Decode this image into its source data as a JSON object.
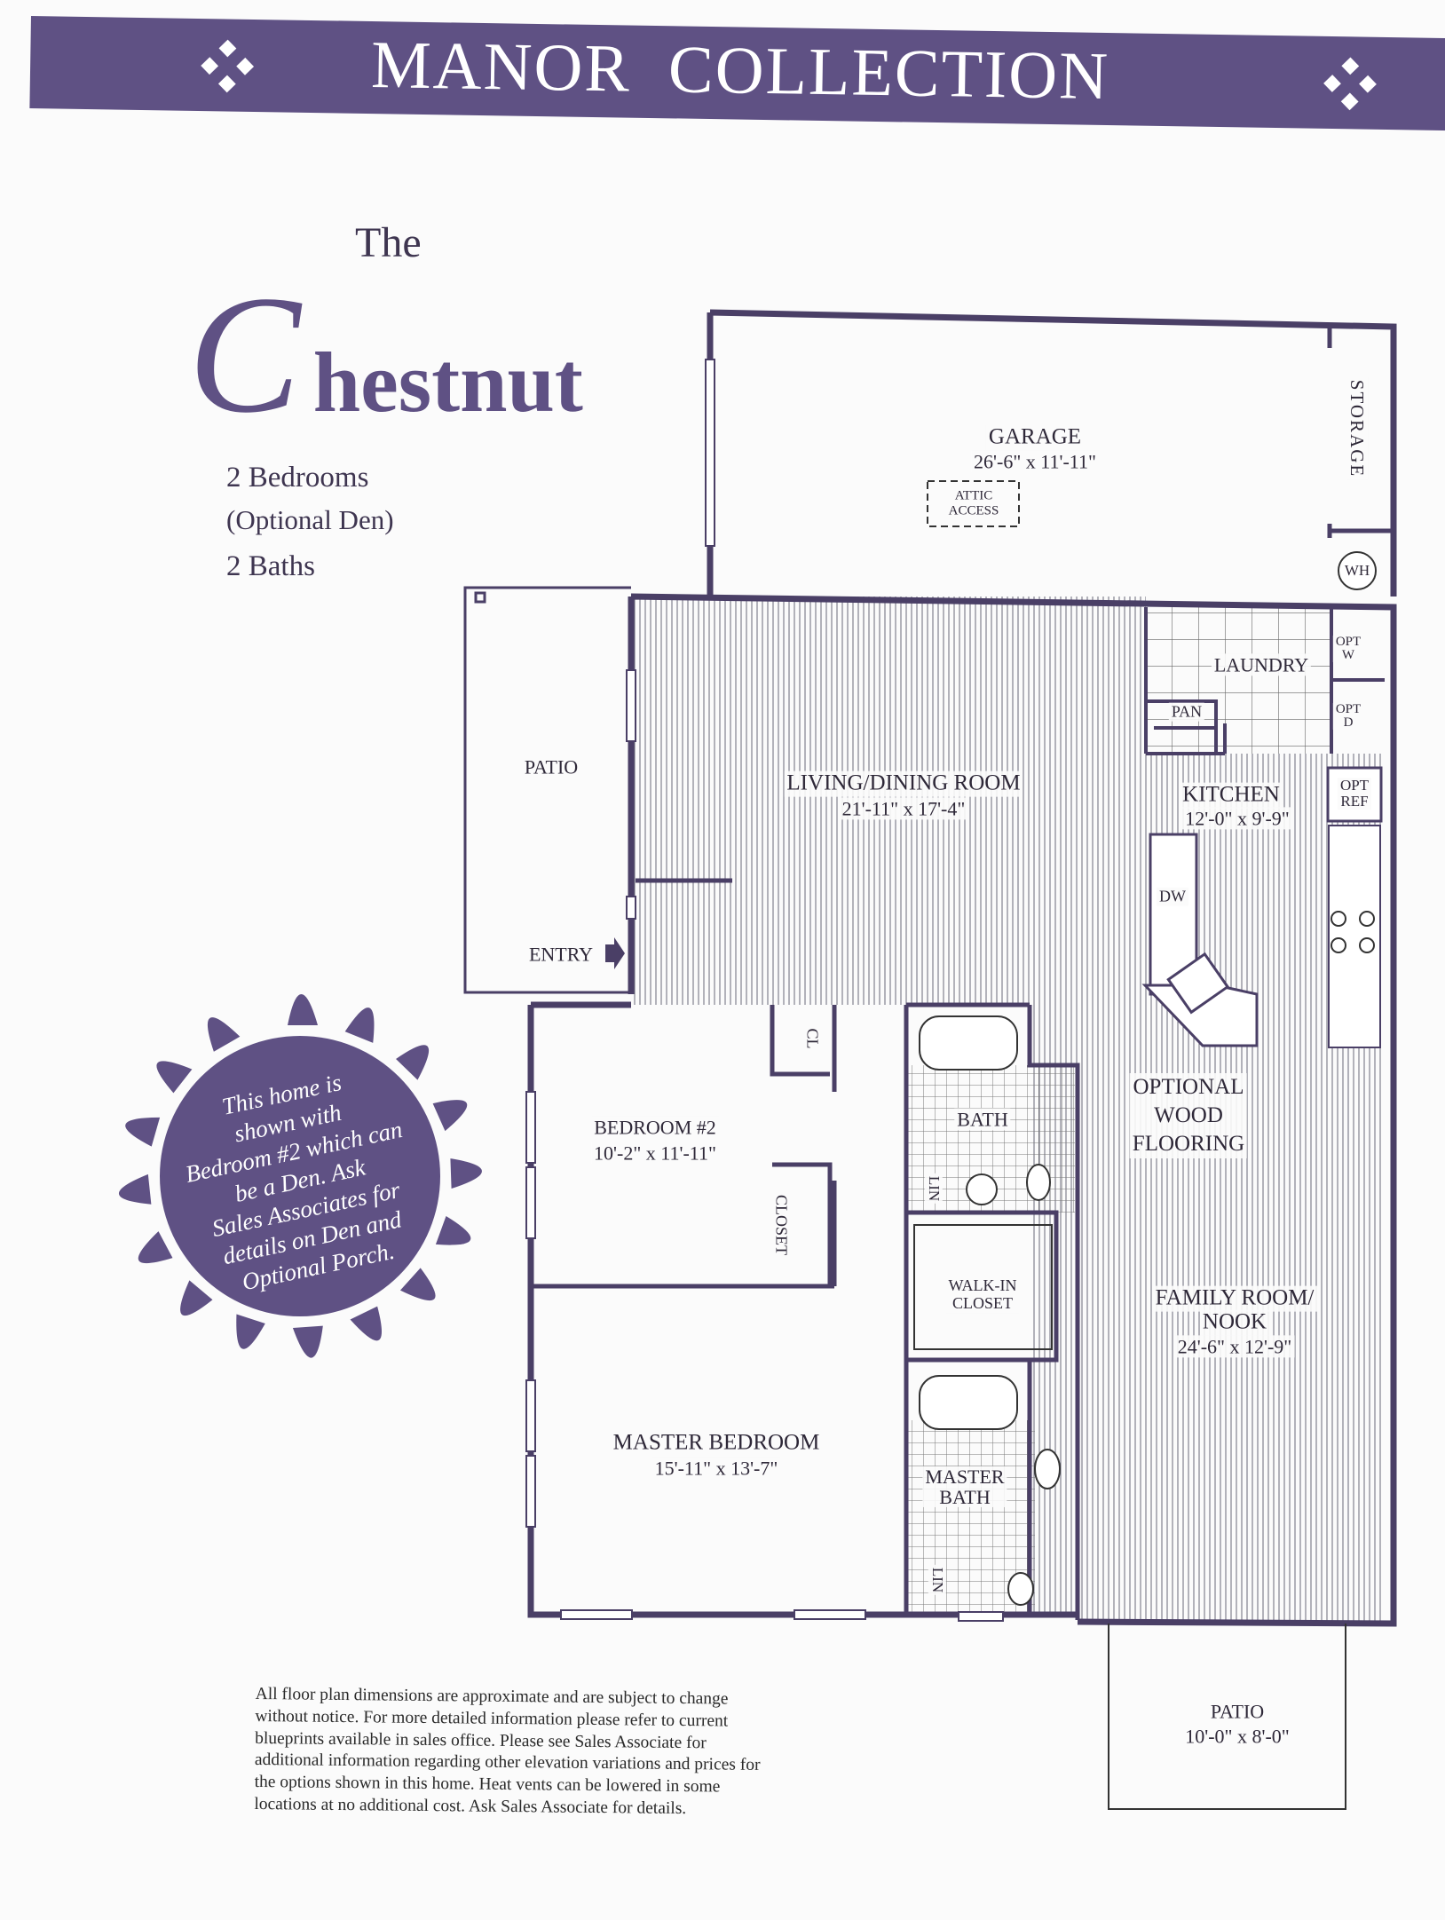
{
  "header": {
    "title": "MANOR  COLLECTION"
  },
  "plan": {
    "name_prefix": "The",
    "name_initial": "C",
    "name_rest": "hestnut",
    "specs": [
      "2 Bedrooms",
      "(Optional Den)",
      "2 Baths"
    ]
  },
  "rooms": {
    "garage": {
      "name": "GARAGE",
      "dims": "26'-6\" x 11'-11\""
    },
    "attic_access": [
      "ATTIC",
      "ACCESS"
    ],
    "storage": "STORAGE",
    "wh": "WH",
    "patio_side": "PATIO",
    "entry": "ENTRY",
    "living": {
      "name": "LIVING/DINING ROOM",
      "dims": "21'-11\" x 17'-4\""
    },
    "laundry": "LAUNDRY",
    "opt_w": [
      "OPT",
      "W"
    ],
    "opt_d": [
      "OPT",
      "D"
    ],
    "pan": "PAN",
    "kitchen": {
      "name": "KITCHEN",
      "dims": "12'-0\" x 9'-9\""
    },
    "opt_ref": [
      "OPT",
      "REF"
    ],
    "dw": "DW",
    "optional_flooring": [
      "OPTIONAL",
      "WOOD",
      "FLOORING"
    ],
    "bedroom2": {
      "name": "BEDROOM #2",
      "dims": "10'-2\" x 11'-11\""
    },
    "cl": "CL",
    "closet": "CLOSET",
    "bath": "BATH",
    "lin1": "LIN",
    "walkin": [
      "WALK-IN",
      "CLOSET"
    ],
    "family": {
      "name1": "FAMILY ROOM/",
      "name2": "NOOK",
      "dims": "24'-6\" x 12'-9\""
    },
    "master": {
      "name": "MASTER BEDROOM",
      "dims": "15'-11\" x 13'-7\""
    },
    "master_bath": [
      "MASTER",
      "BATH"
    ],
    "lin2": "LIN",
    "patio_rear": {
      "name": "PATIO",
      "dims": "10'-0\" x 8'-0\""
    }
  },
  "callout": {
    "lines": [
      "This home is",
      "shown with",
      "Bedroom #2 which can",
      "be a Den. Ask",
      "Sales Associates for",
      "details on Den and",
      "Optional Porch."
    ]
  },
  "disclaimer": "All floor plan dimensions are approximate and are subject to change without notice. For more detailed information please refer to current blueprints available in sales office. Please see Sales Associate for additional information regarding other elevation variations and prices for the options shown in this home. Heat vents can be lowered in some locations at no additional cost. Ask Sales Associate for details.",
  "colors": {
    "brand_purple": "#5f5184",
    "wall": "#4a3f66"
  }
}
